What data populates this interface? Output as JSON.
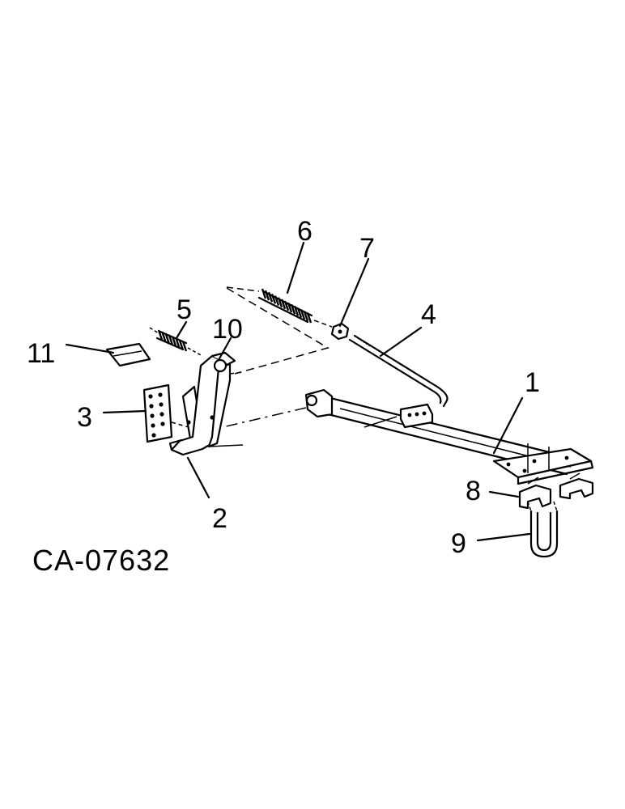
{
  "diagram": {
    "code": "CA-07632",
    "callouts": [
      {
        "id": "1",
        "text": "1"
      },
      {
        "id": "2",
        "text": "2"
      },
      {
        "id": "3",
        "text": "3"
      },
      {
        "id": "4",
        "text": "4"
      },
      {
        "id": "5",
        "text": "5"
      },
      {
        "id": "6",
        "text": "6"
      },
      {
        "id": "7",
        "text": "7"
      },
      {
        "id": "8",
        "text": "8"
      },
      {
        "id": "9",
        "text": "9"
      },
      {
        "id": "10",
        "text": "10"
      },
      {
        "id": "11",
        "text": "11"
      }
    ]
  }
}
